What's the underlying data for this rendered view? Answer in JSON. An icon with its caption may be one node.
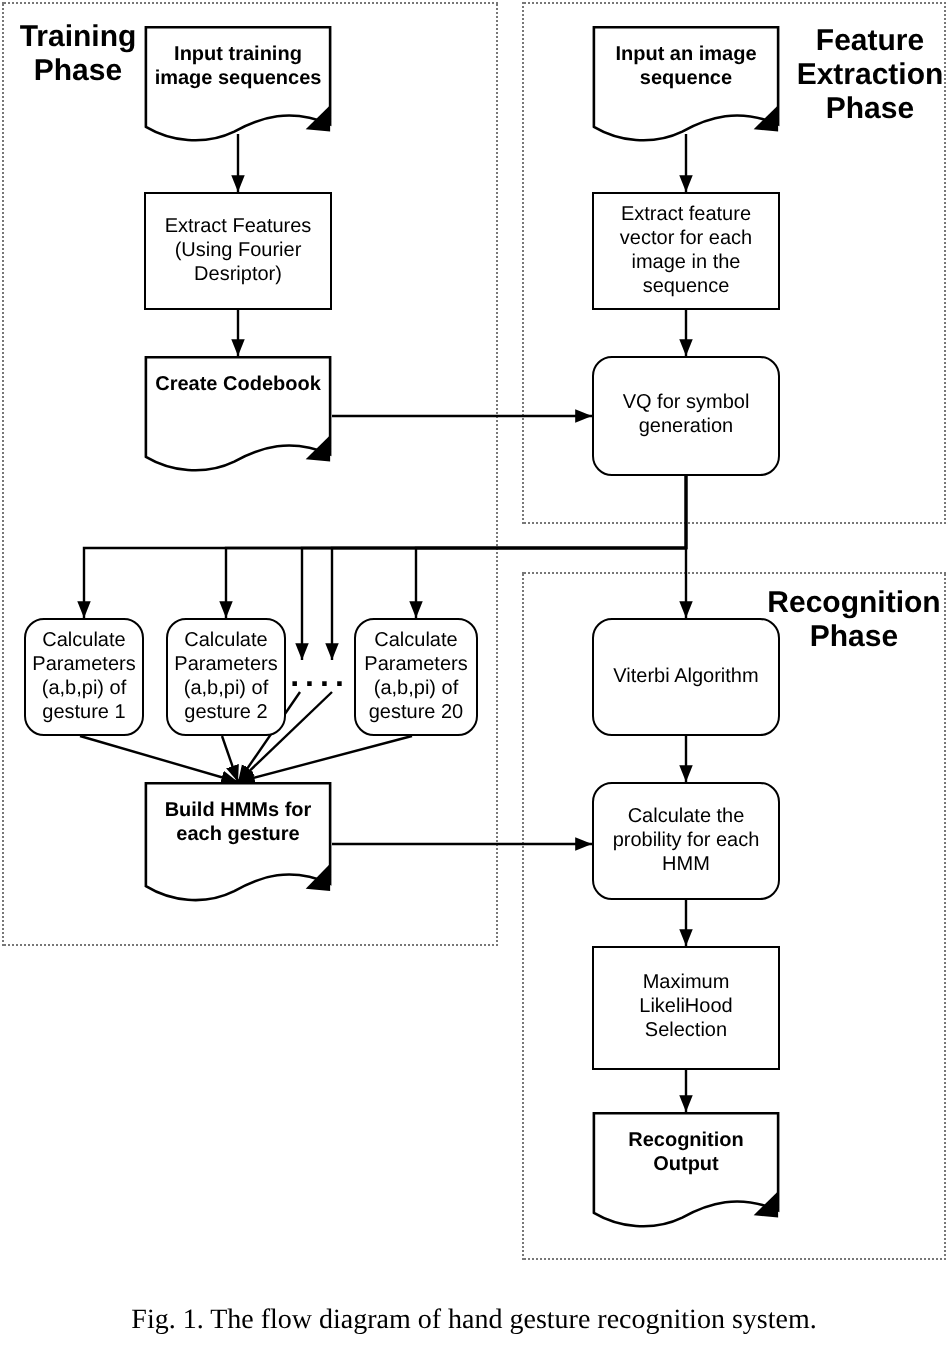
{
  "diagram": {
    "caption": "Fig. 1. The flow diagram of hand gesture recognition system.",
    "nodes": [
      {
        "text": [
          "Training Phase"
        ]
      },
      {
        "text": [
          "Input training image sequences"
        ],
        "in": 0
      },
      {
        "text": [
          "Extract Features (Using Fourier Desriptor)"
        ],
        "in": 0
      },
      {
        "text": [
          "Create Codebook"
        ],
        "in": 0
      },
      {
        "text": [
          "Calculate Parameters (a,b,pi) of gesture 1"
        ],
        "in": 0
      },
      {
        "text": [
          "Calculate Parameters (a,b,pi) of gesture 2"
        ],
        "in": 0
      },
      {
        "text": [
          "Calculate Parameters (a,b,pi) of gesture 20"
        ],
        "in": 0
      },
      {
        "text": [
          "Build HMMs for each gesture"
        ],
        "in": 0
      },
      {
        "text": [
          "Feature Extraction Phase"
        ]
      },
      {
        "text": [
          "Input an image sequence"
        ],
        "in": 8
      },
      {
        "text": [
          "Extract feature vector for each image in the sequence"
        ],
        "in": 8
      },
      {
        "text": [
          "VQ for symbol generation"
        ],
        "in": 8
      },
      {
        "text": [
          "Recognition Phase"
        ]
      },
      {
        "text": [
          "Viterbi Algorithm"
        ],
        "in": 12
      },
      {
        "text": [
          "Calculate the probility for each HMM"
        ],
        "in": 12
      },
      {
        "text": [
          "Maximum LikeliHood Selection"
        ],
        "in": 12
      },
      {
        "text": [
          "Recognition Output"
        ],
        "in": 12
      },
      {
        "text": [
          "...."
        ],
        "in": 0
      }
    ],
    "edges": [
      {
        "from": 1,
        "to": 2,
        "arrow": "to"
      },
      {
        "from": 2,
        "to": 3,
        "arrow": "to"
      },
      {
        "from": 3,
        "to": 11,
        "arrow": "to"
      },
      {
        "from": 9,
        "to": 10,
        "arrow": "to"
      },
      {
        "from": 10,
        "to": 11,
        "arrow": "to"
      },
      {
        "from": 11,
        "to": 13,
        "arrow": "to"
      },
      {
        "from": 11,
        "to": 4,
        "arrow": "to"
      },
      {
        "from": 11,
        "to": 5,
        "arrow": "to"
      },
      {
        "from": 11,
        "to": 17,
        "arrow": "to"
      },
      {
        "from": 11,
        "to": 17,
        "arrow": "to"
      },
      {
        "from": 11,
        "to": 6,
        "arrow": "to"
      },
      {
        "from": 4,
        "to": 7,
        "arrow": "to"
      },
      {
        "from": 5,
        "to": 7,
        "arrow": "to"
      },
      {
        "from": 17,
        "to": 7,
        "arrow": "to"
      },
      {
        "from": 17,
        "to": 7,
        "arrow": "to"
      },
      {
        "from": 6,
        "to": 7,
        "arrow": "to"
      },
      {
        "from": 7,
        "to": 14,
        "arrow": "to"
      },
      {
        "from": 13,
        "to": 14,
        "arrow": "to"
      },
      {
        "from": 14,
        "to": 15,
        "arrow": "to"
      },
      {
        "from": 15,
        "to": 16,
        "arrow": "to"
      }
    ]
  }
}
